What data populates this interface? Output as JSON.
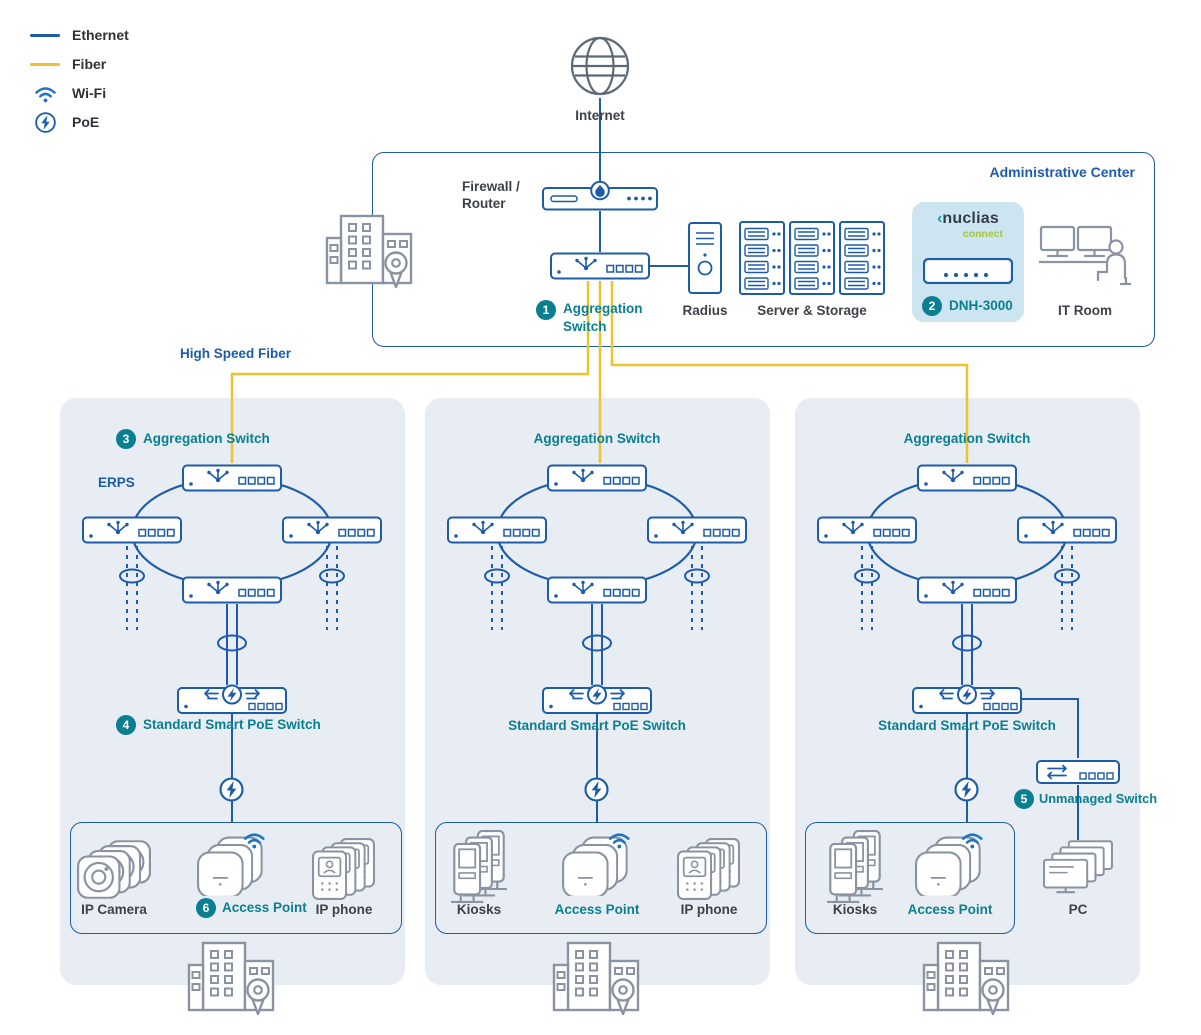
{
  "colors": {
    "ethernet_blue": "#1d5ca8",
    "fiber_yellow": "#ecc231",
    "teal_accent": "#0a7f90",
    "panel_bg": "#e8edf4",
    "dnh_bg": "#cde4f1",
    "icon_gray": "#8a93a1",
    "nuclias_green": "#a6c53e"
  },
  "legend": {
    "items": [
      {
        "icon": "ethernet-line",
        "label": "Ethernet"
      },
      {
        "icon": "fiber-line",
        "label": "Fiber"
      },
      {
        "icon": "wifi-icon",
        "label": "Wi-Fi"
      },
      {
        "icon": "poe-icon",
        "label": "PoE"
      }
    ]
  },
  "internet_label": "Internet",
  "admin": {
    "title": "Administrative Center",
    "firewall_line1": "Firewall /",
    "firewall_line2": "Router",
    "aggregation": {
      "badge": "1",
      "line1": "Aggregation",
      "line2": "Switch"
    },
    "radius_label": "Radius",
    "server_storage_label": "Server & Storage",
    "dnh": {
      "badge": "2",
      "label": "DNH-3000",
      "brand": "nuclias",
      "brand_sub": "connect"
    },
    "it_room_label": "IT Room"
  },
  "high_speed_fiber_label": "High Speed Fiber",
  "branches": [
    {
      "aggregation_badge": "3",
      "aggregation_label": "Aggregation Switch",
      "erps_label": "ERPS",
      "poe_badge": "4",
      "poe_label": "Standard Smart PoE Switch",
      "device1_label": "IP Camera",
      "ap_badge": "6",
      "ap_label": "Access Point",
      "device3_label": "IP phone"
    },
    {
      "aggregation_label": "Aggregation Switch",
      "poe_label": "Standard Smart PoE Switch",
      "device1_label": "Kiosks",
      "ap_label": "Access Point",
      "device3_label": "IP phone"
    },
    {
      "aggregation_label": "Aggregation Switch",
      "poe_label": "Standard Smart PoE Switch",
      "device1_label": "Kiosks",
      "ap_label": "Access Point",
      "unmanaged_badge": "5",
      "unmanaged_label": "Unmanaged Switch",
      "pc_label": "PC"
    }
  ]
}
